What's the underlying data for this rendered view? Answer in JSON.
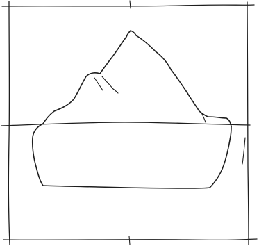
{
  "drawing": {
    "style": "hand-drawn pencil sketch",
    "subject": "iceberg",
    "parts": [
      "frame",
      "waterline",
      "iceberg-peak-above-water",
      "iceberg-mass-below-water"
    ],
    "colors": {
      "ink": "#1e1e1e",
      "paper": "#ffffff"
    }
  }
}
